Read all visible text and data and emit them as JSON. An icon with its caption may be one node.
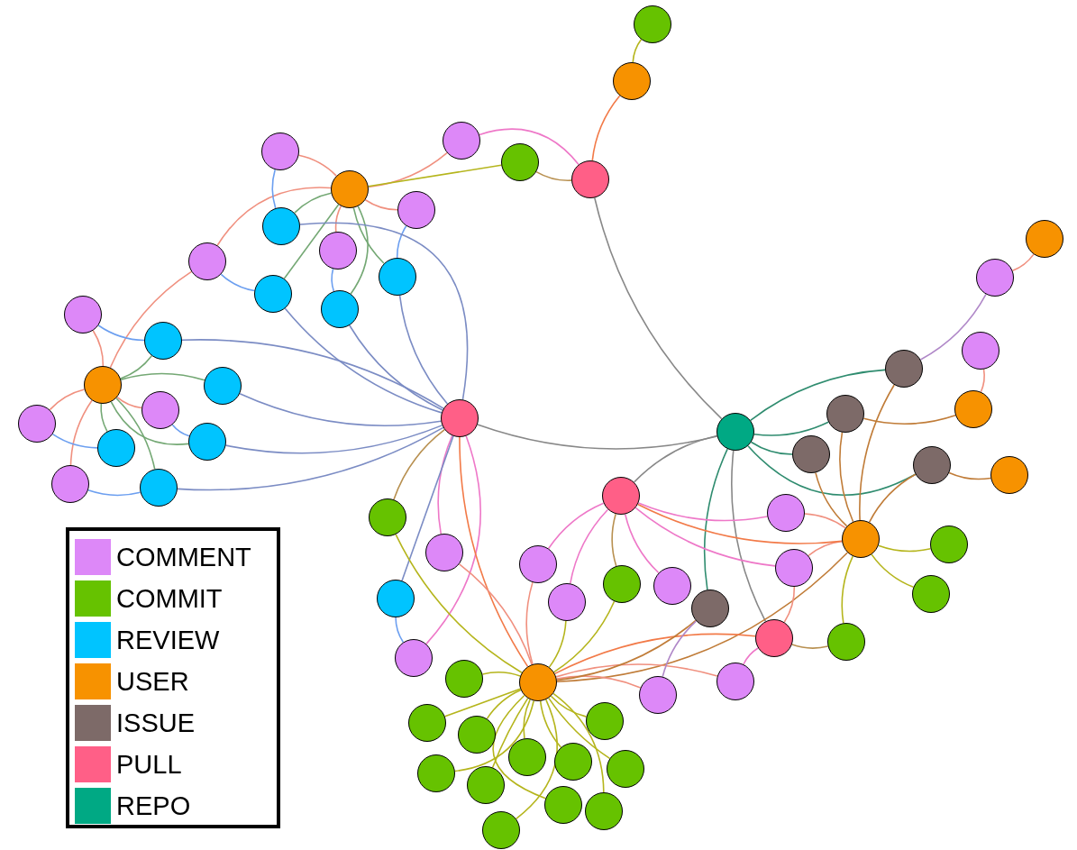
{
  "diagram": {
    "nodes": [
      {
        "text": [],
        "shape": "circle"
      },
      {
        "text": [],
        "shape": "circle"
      },
      {
        "text": [],
        "shape": "circle"
      },
      {
        "text": [],
        "shape": "circle"
      },
      {
        "text": [],
        "shape": "circle"
      },
      {
        "text": [],
        "shape": "circle"
      },
      {
        "text": [],
        "shape": "circle"
      },
      {
        "text": [],
        "shape": "circle"
      },
      {
        "text": [],
        "shape": "circle"
      },
      {
        "text": [],
        "shape": "circle"
      },
      {
        "text": [],
        "shape": "circle"
      },
      {
        "text": [],
        "shape": "circle"
      },
      {
        "text": [],
        "shape": "circle"
      },
      {
        "text": [],
        "shape": "circle"
      },
      {
        "text": [],
        "shape": "circle"
      },
      {
        "text": [],
        "shape": "circle"
      },
      {
        "text": [],
        "shape": "circle"
      },
      {
        "text": [],
        "shape": "circle"
      },
      {
        "text": [],
        "shape": "circle"
      },
      {
        "text": [],
        "shape": "circle"
      },
      {
        "text": [],
        "shape": "circle"
      },
      {
        "text": [],
        "shape": "circle"
      },
      {
        "text": [],
        "shape": "circle"
      },
      {
        "text": [],
        "shape": "circle"
      },
      {
        "text": [],
        "shape": "circle"
      },
      {
        "text": [],
        "shape": "circle"
      },
      {
        "text": [],
        "shape": "circle"
      },
      {
        "text": [],
        "shape": "circle"
      },
      {
        "text": [],
        "shape": "circle"
      },
      {
        "text": [],
        "shape": "circle"
      },
      {
        "text": [],
        "shape": "circle"
      },
      {
        "text": [],
        "shape": "circle"
      },
      {
        "text": [],
        "shape": "circle"
      },
      {
        "text": [],
        "shape": "circle"
      },
      {
        "text": [],
        "shape": "circle"
      },
      {
        "text": [],
        "shape": "circle"
      },
      {
        "text": [],
        "shape": "circle"
      },
      {
        "text": [],
        "shape": "circle"
      },
      {
        "text": [],
        "shape": "circle"
      },
      {
        "text": [],
        "shape": "circle"
      },
      {
        "text": [],
        "shape": "circle"
      },
      {
        "text": [],
        "shape": "circle"
      },
      {
        "text": [],
        "shape": "circle"
      },
      {
        "text": [],
        "shape": "circle"
      },
      {
        "text": [],
        "shape": "circle"
      },
      {
        "text": [],
        "shape": "circle"
      },
      {
        "text": [],
        "shape": "circle"
      },
      {
        "text": [],
        "shape": "circle"
      },
      {
        "text": [],
        "shape": "circle"
      },
      {
        "text": [],
        "shape": "circle"
      },
      {
        "text": [],
        "shape": "circle"
      },
      {
        "text": [],
        "shape": "circle"
      },
      {
        "text": [],
        "shape": "circle"
      },
      {
        "text": [],
        "shape": "circle"
      },
      {
        "text": [],
        "shape": "circle"
      },
      {
        "text": [],
        "shape": "circle"
      },
      {
        "text": [],
        "shape": "circle"
      },
      {
        "text": [],
        "shape": "circle"
      },
      {
        "text": [],
        "shape": "circle"
      },
      {
        "text": [],
        "shape": "circle"
      },
      {
        "text": [],
        "shape": "circle"
      },
      {
        "text": [],
        "shape": "circle"
      },
      {
        "text": [],
        "shape": "circle"
      },
      {
        "text": [],
        "shape": "circle"
      },
      {
        "text": [],
        "shape": "circle"
      },
      {
        "text": [],
        "shape": "circle"
      },
      {
        "text": [],
        "shape": "circle"
      }
    ],
    "edges": [
      {
        "from": 0,
        "to": 1,
        "arrow": "none",
        "color": "#b5b51c"
      },
      {
        "from": 1,
        "to": 4,
        "arrow": "none",
        "color": "#f27a48"
      },
      {
        "from": 6,
        "to": 2,
        "arrow": "none",
        "color": "#f0907f"
      },
      {
        "from": 6,
        "to": 3,
        "arrow": "none",
        "color": "#b5b51c"
      },
      {
        "from": 2,
        "to": 4,
        "arrow": "none",
        "color": "#ee78c8"
      },
      {
        "from": 3,
        "to": 4,
        "arrow": "none",
        "color": "#b89050"
      },
      {
        "from": 4,
        "to": 31,
        "arrow": "none",
        "color": "#888888"
      },
      {
        "from": 6,
        "to": 5,
        "arrow": "none",
        "color": "#f0907f"
      },
      {
        "from": 6,
        "to": 7,
        "arrow": "none",
        "color": "#f0907f"
      },
      {
        "from": 6,
        "to": 9,
        "arrow": "none",
        "color": "#f0907f"
      },
      {
        "from": 6,
        "to": 10,
        "arrow": "none",
        "color": "#f0907f"
      },
      {
        "from": 6,
        "to": 8,
        "arrow": "none",
        "color": "#74a874"
      },
      {
        "from": 6,
        "to": 12,
        "arrow": "none",
        "color": "#74a874"
      },
      {
        "from": 6,
        "to": 13,
        "arrow": "none",
        "color": "#74a874"
      },
      {
        "from": 6,
        "to": 11,
        "arrow": "none",
        "color": "#74a874"
      },
      {
        "from": 5,
        "to": 8,
        "arrow": "none",
        "color": "#6c9ff0"
      },
      {
        "from": 7,
        "to": 11,
        "arrow": "none",
        "color": "#6c9ff0"
      },
      {
        "from": 9,
        "to": 13,
        "arrow": "none",
        "color": "#6c9ff0"
      },
      {
        "from": 10,
        "to": 12,
        "arrow": "none",
        "color": "#6c9ff0"
      },
      {
        "from": 8,
        "to": 24,
        "arrow": "none",
        "color": "#7b8cc4"
      },
      {
        "from": 11,
        "to": 24,
        "arrow": "none",
        "color": "#7b8cc4"
      },
      {
        "from": 12,
        "to": 24,
        "arrow": "none",
        "color": "#7b8cc4"
      },
      {
        "from": 13,
        "to": 24,
        "arrow": "none",
        "color": "#7b8cc4"
      },
      {
        "from": 15,
        "to": 24,
        "arrow": "none",
        "color": "#7b8cc4"
      },
      {
        "from": 17,
        "to": 24,
        "arrow": "none",
        "color": "#7b8cc4"
      },
      {
        "from": 20,
        "to": 24,
        "arrow": "none",
        "color": "#7b8cc4"
      },
      {
        "from": 23,
        "to": 24,
        "arrow": "none",
        "color": "#7b8cc4"
      },
      {
        "from": 16,
        "to": 14,
        "arrow": "none",
        "color": "#f0907f"
      },
      {
        "from": 16,
        "to": 19,
        "arrow": "none",
        "color": "#f0907f"
      },
      {
        "from": 16,
        "to": 22,
        "arrow": "none",
        "color": "#f0907f"
      },
      {
        "from": 16,
        "to": 18,
        "arrow": "none",
        "color": "#f0907f"
      },
      {
        "from": 16,
        "to": 10,
        "arrow": "none",
        "color": "#f0907f"
      },
      {
        "from": 16,
        "to": 15,
        "arrow": "none",
        "color": "#74a874"
      },
      {
        "from": 16,
        "to": 17,
        "arrow": "none",
        "color": "#74a874"
      },
      {
        "from": 16,
        "to": 20,
        "arrow": "none",
        "color": "#74a874"
      },
      {
        "from": 16,
        "to": 21,
        "arrow": "none",
        "color": "#74a874"
      },
      {
        "from": 16,
        "to": 23,
        "arrow": "none",
        "color": "#74a874"
      },
      {
        "from": 14,
        "to": 15,
        "arrow": "none",
        "color": "#6c9ff0"
      },
      {
        "from": 19,
        "to": 21,
        "arrow": "none",
        "color": "#6c9ff0"
      },
      {
        "from": 22,
        "to": 23,
        "arrow": "none",
        "color": "#6c9ff0"
      },
      {
        "from": 18,
        "to": 20,
        "arrow": "none",
        "color": "#6c9ff0"
      },
      {
        "from": 24,
        "to": 31,
        "arrow": "none",
        "color": "#888888"
      },
      {
        "from": 24,
        "to": 39,
        "arrow": "none",
        "color": "#b89050"
      },
      {
        "from": 24,
        "to": 40,
        "arrow": "none",
        "color": "#ee78c8"
      },
      {
        "from": 24,
        "to": 51,
        "arrow": "none",
        "color": "#ee78c8"
      },
      {
        "from": 24,
        "to": 53,
        "arrow": "none",
        "color": "#f27a48"
      },
      {
        "from": 24,
        "to": 47,
        "arrow": "none",
        "color": "#7b8cc4"
      },
      {
        "from": 31,
        "to": 28,
        "arrow": "none",
        "color": "#2f8c6f"
      },
      {
        "from": 31,
        "to": 29,
        "arrow": "none",
        "color": "#2f8c6f"
      },
      {
        "from": 31,
        "to": 32,
        "arrow": "none",
        "color": "#2f8c6f"
      },
      {
        "from": 31,
        "to": 33,
        "arrow": "none",
        "color": "#2f8c6f"
      },
      {
        "from": 31,
        "to": 35,
        "arrow": "none",
        "color": "#888888"
      },
      {
        "from": 31,
        "to": 48,
        "arrow": "none",
        "color": "#2f8c6f"
      },
      {
        "from": 31,
        "to": 49,
        "arrow": "none",
        "color": "#888888"
      },
      {
        "from": 28,
        "to": 26,
        "arrow": "none",
        "color": "#b088c8"
      },
      {
        "from": 26,
        "to": 25,
        "arrow": "none",
        "color": "#f0907f"
      },
      {
        "from": 28,
        "to": 37,
        "arrow": "none",
        "color": "#c07c38"
      },
      {
        "from": 29,
        "to": 37,
        "arrow": "none",
        "color": "#c07c38"
      },
      {
        "from": 29,
        "to": 30,
        "arrow": "none",
        "color": "#c07c38"
      },
      {
        "from": 30,
        "to": 27,
        "arrow": "none",
        "color": "#f0907f"
      },
      {
        "from": 33,
        "to": 34,
        "arrow": "none",
        "color": "#c07c38"
      },
      {
        "from": 33,
        "to": 37,
        "arrow": "none",
        "color": "#c07c38"
      },
      {
        "from": 32,
        "to": 37,
        "arrow": "none",
        "color": "#c07c38"
      },
      {
        "from": 37,
        "to": 38,
        "arrow": "none",
        "color": "#b5b51c"
      },
      {
        "from": 37,
        "to": 43,
        "arrow": "none",
        "color": "#b5b51c"
      },
      {
        "from": 37,
        "to": 50,
        "arrow": "none",
        "color": "#b5b51c"
      },
      {
        "from": 37,
        "to": 36,
        "arrow": "none",
        "color": "#f0907f"
      },
      {
        "from": 37,
        "to": 42,
        "arrow": "none",
        "color": "#f0907f"
      },
      {
        "from": 35,
        "to": 37,
        "arrow": "none",
        "color": "#f27a48"
      },
      {
        "from": 53,
        "to": 37,
        "arrow": "none",
        "color": "#c07c38"
      },
      {
        "from": 35,
        "to": 36,
        "arrow": "none",
        "color": "#ee78c8"
      },
      {
        "from": 35,
        "to": 42,
        "arrow": "none",
        "color": "#ee78c8"
      },
      {
        "from": 35,
        "to": 41,
        "arrow": "none",
        "color": "#ee78c8"
      },
      {
        "from": 35,
        "to": 46,
        "arrow": "none",
        "color": "#ee78c8"
      },
      {
        "from": 35,
        "to": 44,
        "arrow": "none",
        "color": "#b89050"
      },
      {
        "from": 35,
        "to": 45,
        "arrow": "none",
        "color": "#ee78c8"
      },
      {
        "from": 53,
        "to": 39,
        "arrow": "none",
        "color": "#b5b51c"
      },
      {
        "from": 53,
        "to": 40,
        "arrow": "none",
        "color": "#f0907f"
      },
      {
        "from": 53,
        "to": 41,
        "arrow": "none",
        "color": "#f0907f"
      },
      {
        "from": 53,
        "to": 46,
        "arrow": "none",
        "color": "#b5b51c"
      },
      {
        "from": 53,
        "to": 44,
        "arrow": "none",
        "color": "#b5b51c"
      },
      {
        "from": 53,
        "to": 49,
        "arrow": "none",
        "color": "#f27a48"
      },
      {
        "from": 53,
        "to": 52,
        "arrow": "none",
        "color": "#b5b51c"
      },
      {
        "from": 53,
        "to": 54,
        "arrow": "none",
        "color": "#f0907f"
      },
      {
        "from": 53,
        "to": 55,
        "arrow": "none",
        "color": "#f0907f"
      },
      {
        "from": 53,
        "to": 48,
        "arrow": "none",
        "color": "#c07c38"
      },
      {
        "from": 53,
        "to": 56,
        "arrow": "none",
        "color": "#b5b51c"
      },
      {
        "from": 53,
        "to": 57,
        "arrow": "none",
        "color": "#b5b51c"
      },
      {
        "from": 53,
        "to": 58,
        "arrow": "none",
        "color": "#b5b51c"
      },
      {
        "from": 53,
        "to": 59,
        "arrow": "none",
        "color": "#b5b51c"
      },
      {
        "from": 53,
        "to": 60,
        "arrow": "none",
        "color": "#b5b51c"
      },
      {
        "from": 53,
        "to": 61,
        "arrow": "none",
        "color": "#b5b51c"
      },
      {
        "from": 53,
        "to": 62,
        "arrow": "none",
        "color": "#b5b51c"
      },
      {
        "from": 53,
        "to": 63,
        "arrow": "none",
        "color": "#b5b51c"
      },
      {
        "from": 53,
        "to": 64,
        "arrow": "none",
        "color": "#b5b51c"
      },
      {
        "from": 53,
        "to": 65,
        "arrow": "none",
        "color": "#b5b51c"
      },
      {
        "from": 53,
        "to": 66,
        "arrow": "none",
        "color": "#b5b51c"
      },
      {
        "from": 49,
        "to": 42,
        "arrow": "none",
        "color": "#f0907f"
      },
      {
        "from": 49,
        "to": 50,
        "arrow": "none",
        "color": "#b89050"
      },
      {
        "from": 49,
        "to": 55,
        "arrow": "none",
        "color": "#ee78c8"
      },
      {
        "from": 48,
        "to": 54,
        "arrow": "none",
        "color": "#b088c8"
      },
      {
        "from": 47,
        "to": 51,
        "arrow": "none",
        "color": "#6c9ff0"
      }
    ],
    "legend": [
      {
        "text": "COMMENT",
        "color": "#dd88f8"
      },
      {
        "text": "COMMIT",
        "color": "#66c200"
      },
      {
        "text": "REVIEW",
        "color": "#00c4ff"
      },
      {
        "text": "USER",
        "color": "#f79200"
      },
      {
        "text": "ISSUE",
        "color": "#7d6a68"
      },
      {
        "text": "PULL",
        "color": "#ff5f87"
      },
      {
        "text": "REPO",
        "color": "#00a984"
      }
    ]
  }
}
